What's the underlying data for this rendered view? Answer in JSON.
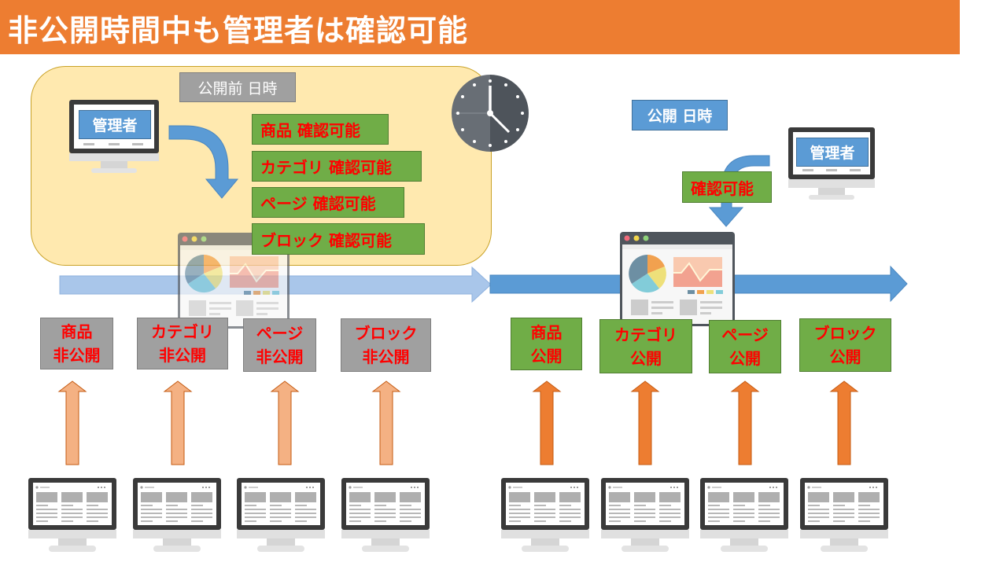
{
  "header": {
    "title": "非公開時間中も管理者は確認可能"
  },
  "colors": {
    "title_bg": "#ED7D31",
    "pre_area_bg": "#FFE9AF",
    "gray_box": "#A0A0A0",
    "green_box": "#70AD47",
    "blue_box": "#5B9BD5",
    "status_text": "#FF0000",
    "arrow_light_orange": "#F4B183",
    "arrow_orange": "#ED7D31",
    "timeline_light_blue": "#A9C6EA",
    "timeline_blue": "#5B9BD5"
  },
  "pre_publish": {
    "datetime_label": "公開前 日時",
    "admin_label": "管理者",
    "check_items": [
      {
        "label": "商品 確認可能"
      },
      {
        "label": "カテゴリ 確認可能"
      },
      {
        "label": "ページ 確認可能"
      },
      {
        "label": "ブロック 確認可能"
      }
    ],
    "statuses": [
      {
        "line1": "商品",
        "line2": "非公開"
      },
      {
        "line1": "カテゴリ",
        "line2": "非公開"
      },
      {
        "line1": "ページ",
        "line2": "非公開"
      },
      {
        "line1": "ブロック",
        "line2": "非公開"
      }
    ]
  },
  "publish": {
    "datetime_label": "公開 日時",
    "admin_label": "管理者",
    "check_label": "確認可能",
    "statuses": [
      {
        "line1": "商品",
        "line2": "公開"
      },
      {
        "line1": "カテゴリ",
        "line2": "公開"
      },
      {
        "line1": "ページ",
        "line2": "公開"
      },
      {
        "line1": "ブロック",
        "line2": "公開"
      }
    ]
  },
  "icons": {
    "clock": "clock-icon",
    "dashboard": "dashboard-window-icon",
    "monitor": "desktop-monitor-icon",
    "admin_monitor": "admin-monitor-icon"
  }
}
